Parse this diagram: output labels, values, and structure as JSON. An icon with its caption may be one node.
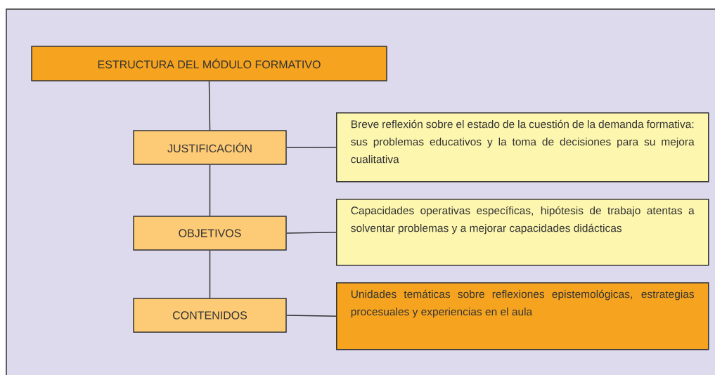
{
  "diagram": {
    "nodes": [
      {
        "text": [
          "ESTRUCTURA DEL MÓDULO FORMATIVO"
        ]
      },
      {
        "text": [
          "JUSTIFICACIÓN"
        ]
      },
      {
        "text": [
          "OBJETIVOS"
        ]
      },
      {
        "text": [
          "CONTENIDOS"
        ]
      },
      {
        "text": [
          "Breve reflexión sobre el estado de la cuestión de la demanda formativa: sus problemas educativos y la toma de decisiones para su mejora cualitativa"
        ]
      },
      {
        "text": [
          "Capacidades operativas específicas, hipótesis de trabajo atentas a solventar problemas y a mejorar capacidades didácticas"
        ]
      },
      {
        "text": [
          "Unidades temáticas sobre reflexiones epistemológicas, estrategias procesuales y experiencias en el aula"
        ]
      }
    ],
    "edges": [
      {
        "from": 0,
        "to": 1,
        "arrow": "none"
      },
      {
        "from": 1,
        "to": 2,
        "arrow": "none"
      },
      {
        "from": 2,
        "to": 3,
        "arrow": "none"
      },
      {
        "from": 1,
        "to": 4,
        "arrow": "none"
      },
      {
        "from": 2,
        "to": 5,
        "arrow": "none"
      },
      {
        "from": 3,
        "to": 6,
        "arrow": "none"
      }
    ]
  }
}
